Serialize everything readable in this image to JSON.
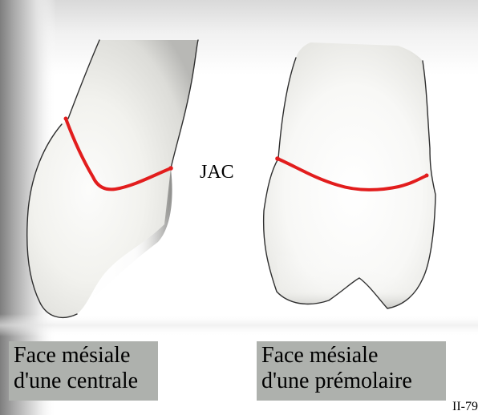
{
  "colors": {
    "page_background": "#ffffff",
    "page_shadow": "#8e8e8e",
    "enamel_junction_line": "#e21d1d",
    "caption_background": "#aeb1ad",
    "text": "#000000"
  },
  "diagram": {
    "junction_label": "JAC",
    "captions": {
      "left": {
        "line1": "Face mésiale",
        "line2": "d'une centrale"
      },
      "right": {
        "line1": "Face mésiale",
        "line2": "d'une prémolaire"
      }
    },
    "page_reference": "II-79"
  }
}
